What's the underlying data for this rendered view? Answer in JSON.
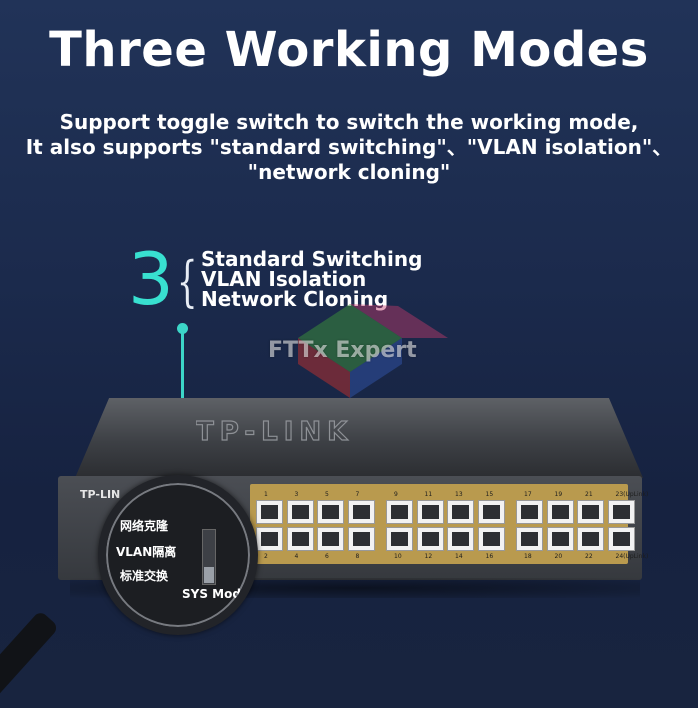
{
  "header": {
    "title": "Three Working Modes",
    "subtitle_lines": [
      "Support toggle switch to switch the working mode,",
      "It also supports \"standard switching\"、\"VLAN isolation\"、",
      "\"network cloning\""
    ]
  },
  "modes": {
    "count": "3",
    "items": [
      "Standard Switching",
      "VLAN Isolation",
      "Network Cloning"
    ]
  },
  "watermark": {
    "text": "FTTx Expert"
  },
  "device": {
    "brand_logo": "TP-LINK",
    "front_label": "TP-LIN",
    "port_numbers_top": [
      "1",
      "3",
      "5",
      "7",
      "9",
      "11",
      "13",
      "15",
      "17",
      "19",
      "21",
      "23(UpLink)"
    ],
    "port_numbers_bottom": [
      "2",
      "4",
      "6",
      "8",
      "10",
      "12",
      "14",
      "16",
      "18",
      "20",
      "22",
      "24(UpLink)"
    ]
  },
  "magnifier": {
    "labels": [
      "网络克隆",
      "VLAN隔离",
      "标准交换"
    ],
    "switch_label": "SYS Mode"
  },
  "colors": {
    "accent": "#38e0d0",
    "background": "#1b2a4c",
    "port_panel": "#b99a4e"
  }
}
